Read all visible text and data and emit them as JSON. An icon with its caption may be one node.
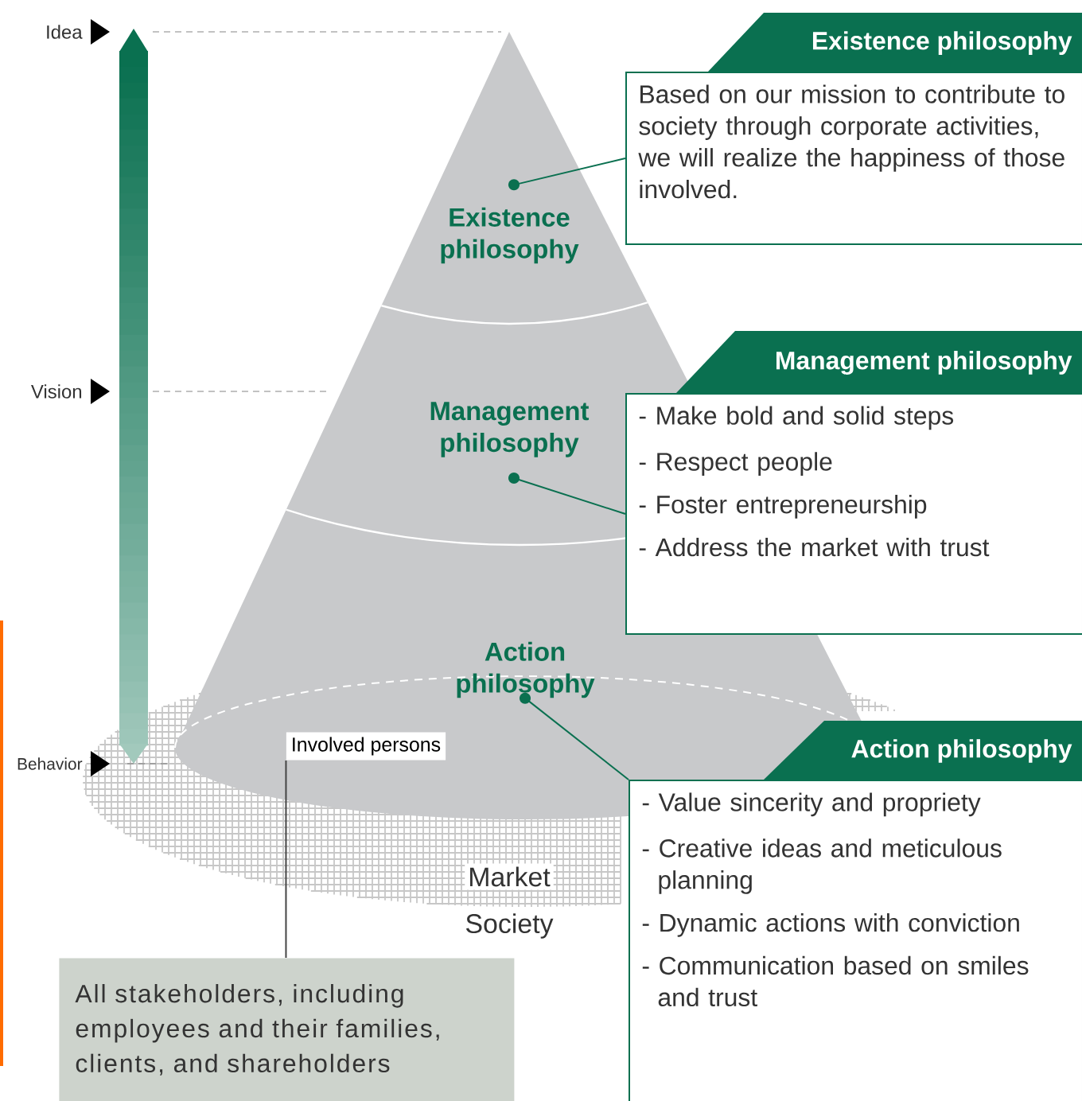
{
  "diagram": {
    "nodes": [
      {
        "text": [
          "Existence philosophy"
        ]
      },
      {
        "text": [
          "Management philosophy"
        ]
      },
      {
        "text": [
          "Action philosophy"
        ]
      },
      {
        "text": [
          "Existence philosophy",
          "Based on our mission to contribute to society through corporate activities, we will realize the happiness of those involved."
        ]
      },
      {
        "text": [
          "Management philosophy",
          "- Make bold and solid steps",
          "- Respect people",
          "- Foster entrepreneurship",
          "- Address the market with trust"
        ]
      },
      {
        "text": [
          "Action philosophy",
          "- Value sincerity and propriety",
          "- Creative ideas and meticulous planning",
          "- Dynamic actions with conviction",
          "- Communication based on smiles and trust"
        ]
      },
      {
        "text": [
          "Involved persons"
        ]
      },
      {
        "text": [
          "All stakeholders, including employees and their families, clients, and shareholders"
        ]
      }
    ],
    "edges": [
      {
        "from": 0,
        "to": 3,
        "arrow": "other"
      },
      {
        "from": 1,
        "to": 4,
        "arrow": "other"
      },
      {
        "from": 2,
        "to": 5,
        "arrow": "other"
      },
      {
        "from": 6,
        "to": 7,
        "arrow": "none",
        "color": "#444444"
      }
    ],
    "labels": [
      "Idea",
      "Vision",
      "Behavior",
      "Market",
      "Society"
    ]
  }
}
